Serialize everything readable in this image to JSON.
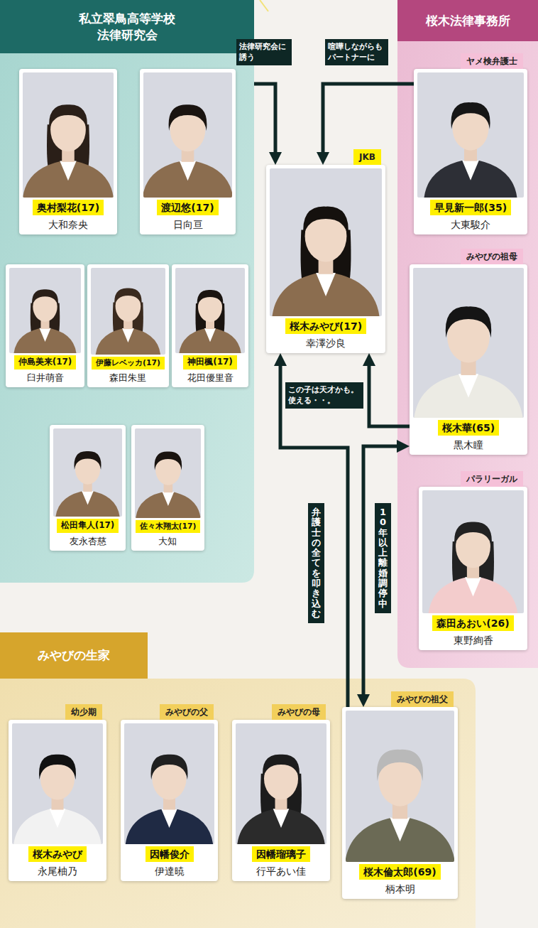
{
  "diagram": {
    "nodes": [
      {
        "text": [
          "私立翠鳥高等学校 法律研究会"
        ]
      },
      {
        "text": [
          "奥村梨花(17)",
          "大和奈央"
        ],
        "in": 0
      },
      {
        "text": [
          "渡辺悠(17)",
          "日向亘"
        ],
        "in": 0
      },
      {
        "text": [
          "仲島美来(17)",
          "臼井萌音"
        ],
        "in": 0
      },
      {
        "text": [
          "伊藤レベッカ(17)",
          "森田朱里"
        ],
        "in": 0
      },
      {
        "text": [
          "神田楓(17)",
          "花田優里音"
        ],
        "in": 0
      },
      {
        "text": [
          "松田隼人(17)",
          "友永杏慈"
        ],
        "in": 0
      },
      {
        "text": [
          "佐々木翔太(17)",
          "大知"
        ],
        "in": 0
      },
      {
        "text": [
          "JKB",
          "桜木みやび(17)",
          "幸澤沙良"
        ]
      },
      {
        "text": [
          "桜木法律事務所"
        ]
      },
      {
        "text": [
          "ヤメ検弁護士",
          "早見新一郎(35)",
          "大東駿介"
        ],
        "in": 9
      },
      {
        "text": [
          "みやびの祖母",
          "桜木華(65)",
          "黒木瞳"
        ],
        "in": 9
      },
      {
        "text": [
          "パラリーガル",
          "森田あおい(26)",
          "東野絢香"
        ],
        "in": 9
      },
      {
        "text": [
          "みやびの生家"
        ]
      },
      {
        "text": [
          "幼少期",
          "桜木みやび",
          "永尾柚乃"
        ],
        "in": 13
      },
      {
        "text": [
          "みやびの父",
          "因幡俊介",
          "伊達暁"
        ],
        "in": 13
      },
      {
        "text": [
          "みやびの母",
          "因幡瑠璃子",
          "行平あい佳"
        ],
        "in": 13
      },
      {
        "text": [
          "みやびの祖父",
          "桜木倫太郎(69)",
          "柄本明"
        ],
        "in": 13
      }
    ],
    "edges": [
      {
        "from": 0,
        "to": 8,
        "label": "法律研究会に 誘う",
        "arrow": "to"
      },
      {
        "from": 10,
        "to": 8,
        "label": "喧嘩しながらも パートナーに",
        "arrow": "to"
      },
      {
        "from": 11,
        "to": 8,
        "label": "この子は天才かも。 使える・・。",
        "arrow": "to"
      },
      {
        "from": 17,
        "to": 8,
        "label": "弁護士の全てを叩き込む",
        "arrow": "to"
      },
      {
        "from": 17,
        "to": 11,
        "label": "10年以上離婚調停中",
        "arrow": "both"
      }
    ]
  }
}
